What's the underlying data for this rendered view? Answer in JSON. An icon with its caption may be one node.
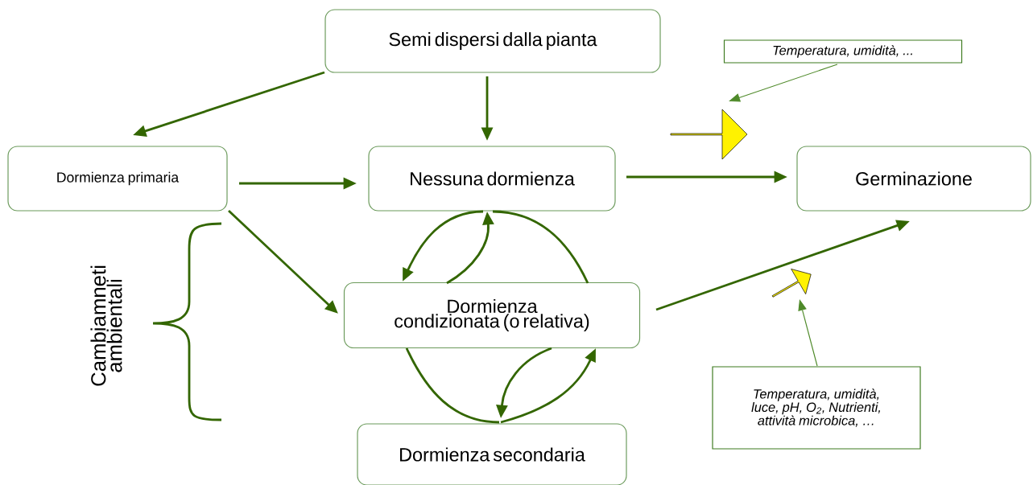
{
  "diagram": {
    "nodes": [
      {
        "text": [
          "Semi dispersi dalla pianta"
        ]
      },
      {
        "text": [
          "Dormienza primaria"
        ]
      },
      {
        "text": [
          "Nessuna dormienza"
        ]
      },
      {
        "text": [
          "Germinazione"
        ]
      },
      {
        "text": [
          "Dormienza condizionata (o relativa)"
        ]
      },
      {
        "text": [
          "Dormienza secondaria"
        ]
      },
      {
        "text": [
          "Temperatura, umidità, ..."
        ]
      },
      {
        "text": [
          "Temperatura, umidità, luce, pH, O$_{2}$, Nutrienti, attività microbica, …"
        ]
      },
      {
        "text": [],
        "shape": "arrow"
      },
      {
        "text": [],
        "shape": "arrow"
      }
    ],
    "edges": [
      {
        "from": 0,
        "to": 1,
        "arrow": "to"
      },
      {
        "from": 0,
        "to": 2,
        "arrow": "to"
      },
      {
        "from": 1,
        "to": 2,
        "arrow": "to"
      },
      {
        "from": 2,
        "to": 3,
        "arrow": "to"
      },
      {
        "from": 1,
        "to": 4,
        "arrow": "to"
      },
      {
        "from": 4,
        "to": 3,
        "arrow": "to"
      },
      {
        "from": 4,
        "to": 2,
        "arrow": "to"
      },
      {
        "from": 2,
        "to": 4,
        "arrow": "to"
      },
      {
        "from": 2,
        "to": 4,
        "arrow": "none"
      },
      {
        "from": 4,
        "to": 5,
        "arrow": "none"
      },
      {
        "from": 4,
        "to": 5,
        "arrow": "to"
      },
      {
        "from": 5,
        "to": 4,
        "arrow": "to"
      },
      {
        "from": 6,
        "to": 8,
        "arrow": "to",
        "color": "#4f8a2a"
      },
      {
        "from": 7,
        "to": 9,
        "arrow": "to",
        "color": "#4f8a2a"
      }
    ],
    "labels": [
      "Cambiamneti ambientali"
    ]
  }
}
